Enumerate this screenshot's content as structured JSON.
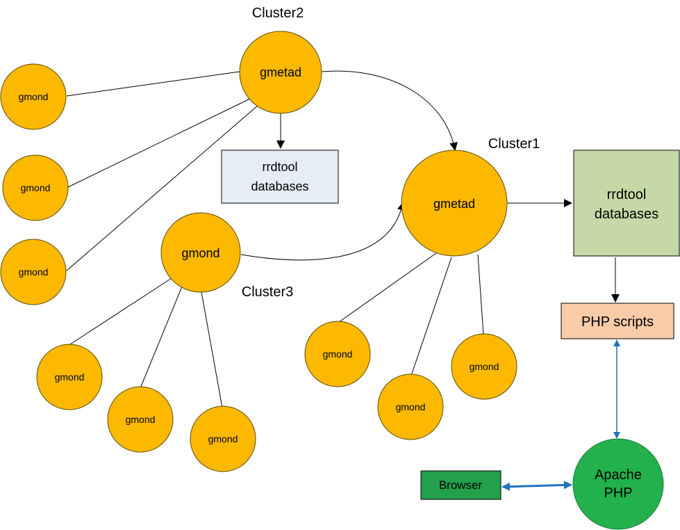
{
  "colors": {
    "gmond_fill": "#FDB900",
    "gmetad_fill": "#FDB900",
    "node_stroke": "#5a4a00",
    "rrd_small_fill": "#E6EDF7",
    "rrd_large_fill": "#C5D9A6",
    "php_fill": "#F9CBA8",
    "apache_fill": "#22B14C",
    "browser_fill": "#22A04C",
    "bidir_arrow": "#1E73BE",
    "line": "#000000"
  },
  "clusters": {
    "cluster1": "Cluster1",
    "cluster2": "Cluster2",
    "cluster3": "Cluster3"
  },
  "nodes": {
    "gmetad_cluster2": "gmetad",
    "gmetad_cluster1": "gmetad",
    "gmond_cluster3_head": "gmond",
    "gmond": "gmond"
  },
  "storage": {
    "rrd_small_line1": "rrdtool",
    "rrd_small_line2": "databases",
    "rrd_large_line1": "rrdtool",
    "rrd_large_line2": "databases"
  },
  "web": {
    "php_scripts": "PHP scripts",
    "apache_line1": "Apache",
    "apache_line2": "PHP",
    "browser": "Browser"
  }
}
